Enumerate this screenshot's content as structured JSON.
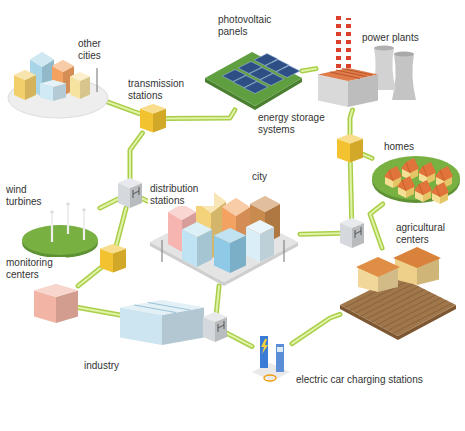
{
  "diagram": {
    "nodes": [
      {
        "text": [
          "other cities"
        ]
      },
      {
        "text": [
          "photovoltaic panels"
        ]
      },
      {
        "text": [
          "power plants"
        ]
      },
      {
        "text": [
          "transmission stations"
        ]
      },
      {
        "text": [
          "energy storage systems"
        ]
      },
      {
        "text": [
          "homes"
        ]
      },
      {
        "text": [
          "distribution stations"
        ]
      },
      {
        "text": [
          "wind turbines"
        ]
      },
      {
        "text": [
          "city"
        ]
      },
      {
        "text": [
          "agricultural centers"
        ]
      },
      {
        "text": [
          "monitoring centers"
        ]
      },
      {
        "text": [
          "industry"
        ]
      },
      {
        "text": [
          "electric car charging stations"
        ]
      }
    ],
    "edges": [
      {
        "from": 0,
        "to": 3,
        "arrow": "none"
      },
      {
        "from": 3,
        "to": 1,
        "arrow": "none"
      },
      {
        "from": 1,
        "to": 2,
        "arrow": "none"
      },
      {
        "from": 2,
        "to": 4,
        "arrow": "none"
      },
      {
        "from": 4,
        "to": 5,
        "arrow": "none"
      },
      {
        "from": 3,
        "to": 6,
        "arrow": "none"
      },
      {
        "from": 6,
        "to": 7,
        "arrow": "none"
      },
      {
        "from": 6,
        "to": 8,
        "arrow": "none"
      },
      {
        "from": 4,
        "to": 8,
        "arrow": "none"
      },
      {
        "from": 5,
        "to": 9,
        "arrow": "none"
      },
      {
        "from": 6,
        "to": 10,
        "arrow": "none"
      },
      {
        "from": 8,
        "to": 11,
        "arrow": "none"
      },
      {
        "from": 11,
        "to": 12,
        "arrow": "none"
      },
      {
        "from": 12,
        "to": 9,
        "arrow": "none"
      },
      {
        "from": 10,
        "to": 11,
        "arrow": "none"
      }
    ]
  }
}
